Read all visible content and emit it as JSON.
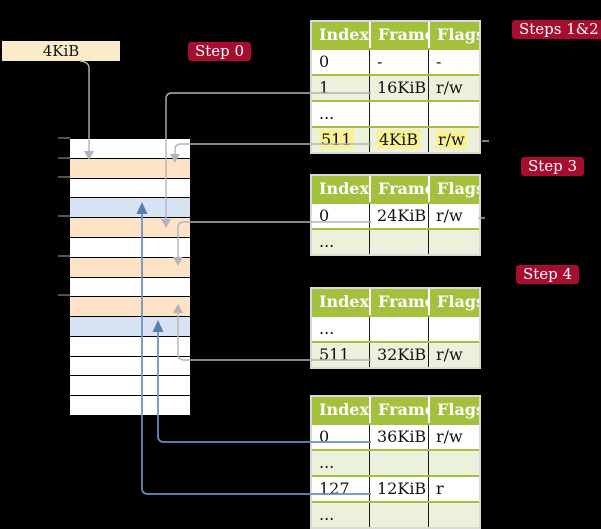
{
  "colors": {
    "background": "#000000",
    "cream": "#FAECC9",
    "peach": "#FCE3C6",
    "bluerow": "#D7E3F2",
    "green": "#A3C13C",
    "rowalt": "#ECF1DC",
    "crimson": "#A60D2E",
    "highlight": "#FAF192",
    "grayline": "#B3B3BA",
    "blueline": "#6C8EBF"
  },
  "free_frame_box": {
    "label": "4KiB"
  },
  "badges": {
    "step0": "Step 0",
    "steps12": "Steps 1&2",
    "step3": "Step 3",
    "step4": "Step 4"
  },
  "memory_column": {
    "rows": [
      "white",
      "peach",
      "white",
      "blue",
      "peach",
      "white",
      "peach",
      "white",
      "peach",
      "blue",
      "white",
      "white",
      "white",
      "white"
    ]
  },
  "tables": [
    {
      "id": "t1",
      "headers": [
        "Index",
        "Frame",
        "Flags"
      ],
      "rows": [
        {
          "cells": [
            "0",
            "-",
            "-"
          ],
          "shaded": false,
          "highlighted": false
        },
        {
          "cells": [
            "1",
            "16KiB",
            "r/w"
          ],
          "shaded": true,
          "highlighted": false
        },
        {
          "cells": [
            "...",
            "",
            ""
          ],
          "shaded": false,
          "highlighted": false
        },
        {
          "cells": [
            "511",
            "4KiB",
            "r/w"
          ],
          "shaded": true,
          "highlighted": true
        }
      ]
    },
    {
      "id": "t2",
      "headers": [
        "Index",
        "Frame",
        "Flags"
      ],
      "rows": [
        {
          "cells": [
            "0",
            "24KiB",
            "r/w"
          ],
          "shaded": false,
          "highlighted": false
        },
        {
          "cells": [
            "...",
            "",
            ""
          ],
          "shaded": true,
          "highlighted": false
        }
      ]
    },
    {
      "id": "t3",
      "headers": [
        "Index",
        "Frame",
        "Flags"
      ],
      "rows": [
        {
          "cells": [
            "...",
            "",
            ""
          ],
          "shaded": false,
          "highlighted": false
        },
        {
          "cells": [
            "511",
            "32KiB",
            "r/w"
          ],
          "shaded": true,
          "highlighted": false
        }
      ]
    },
    {
      "id": "t4",
      "headers": [
        "Index",
        "Frame",
        "Flags"
      ],
      "rows": [
        {
          "cells": [
            "0",
            "36KiB",
            "r/w"
          ],
          "shaded": false,
          "highlighted": false
        },
        {
          "cells": [
            "...",
            "",
            ""
          ],
          "shaded": true,
          "highlighted": false
        },
        {
          "cells": [
            "127",
            "12KiB",
            "r"
          ],
          "shaded": false,
          "highlighted": false
        },
        {
          "cells": [
            "...",
            "",
            ""
          ],
          "shaded": true,
          "highlighted": false
        }
      ]
    }
  ]
}
